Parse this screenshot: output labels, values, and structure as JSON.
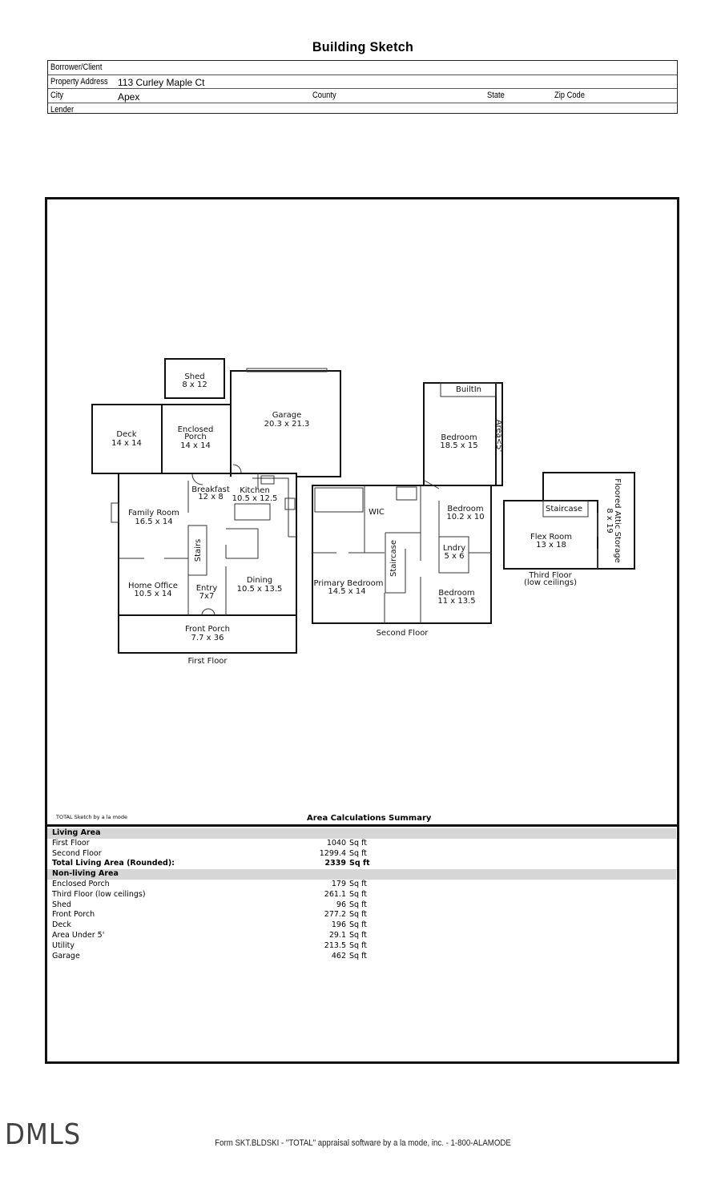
{
  "header": {
    "title": "Building Sketch",
    "borrower_label": "Borrower/Client",
    "borrower_value": "",
    "address_label": "Property Address",
    "address_value": "113 Curley Maple Ct",
    "city_label": "City",
    "city_value": "Apex",
    "county_label": "County",
    "state_label": "State",
    "zip_label": "Zip Code",
    "lender_label": "Lender"
  },
  "sketch": {
    "first_floor": {
      "label": "First Floor",
      "rooms": [
        {
          "name": "Shed",
          "size": "8 x 12"
        },
        {
          "name": "Garage",
          "size": "20.3 x 21.3"
        },
        {
          "name": "Deck",
          "size": "14 x 14"
        },
        {
          "name": "Enclosed",
          "name2": "Porch",
          "size": "14 x 14"
        },
        {
          "name": "Breakfast",
          "size": "12 x 8"
        },
        {
          "name": "Kitchen",
          "size": "10.5 x 12.5"
        },
        {
          "name": "Family Room",
          "size": "16.5 x 14"
        },
        {
          "name": "Stairs"
        },
        {
          "name": "Home Office",
          "size": "10.5 x 14"
        },
        {
          "name": "Entry",
          "size": "7x7"
        },
        {
          "name": "Dining",
          "size": "10.5 x 13.5"
        },
        {
          "name": "Front Porch",
          "size": "7.7 x 36"
        }
      ]
    },
    "second_floor": {
      "label": "Second Floor",
      "rooms": [
        {
          "name": "BuiltIn"
        },
        {
          "name": "Bedroom",
          "size": "18.5 x 15"
        },
        {
          "name": "Area<5'"
        },
        {
          "name": "WIC"
        },
        {
          "name": "Bedroom",
          "size": "10.2 x 10"
        },
        {
          "name": "Lndry",
          "size": "5 x 6"
        },
        {
          "name": "Staircase"
        },
        {
          "name": "Primary Bedroom",
          "size": "14.5 x 14"
        },
        {
          "name": "Bedroom",
          "size": "11 x 13.5"
        }
      ]
    },
    "third_floor": {
      "label": "Third Floor",
      "label2": "(low ceilings)",
      "rooms": [
        {
          "name": "Staircase"
        },
        {
          "name": "Flex Room",
          "size": "13 x 18"
        },
        {
          "name": "Floored Attic Storage",
          "size": "8 x 19"
        }
      ]
    }
  },
  "summary": {
    "credit": "TOTAL Sketch by a la mode",
    "title": "Area Calculations Summary",
    "sections": [
      {
        "heading": "Living Area",
        "rows": [
          {
            "name": "First Floor",
            "value": "1040",
            "unit": "Sq ft"
          },
          {
            "name": "Second Floor",
            "value": "1299.4",
            "unit": "Sq ft"
          }
        ],
        "total": {
          "name": "Total Living Area (Rounded):",
          "value": "2339",
          "unit": "Sq ft"
        }
      },
      {
        "heading": "Non-living Area",
        "rows": [
          {
            "name": "Enclosed Porch",
            "value": "179",
            "unit": "Sq ft"
          },
          {
            "name": "Third Floor (low ceilings)",
            "value": "261.1",
            "unit": "Sq ft"
          },
          {
            "name": "Shed",
            "value": "96",
            "unit": "Sq ft"
          },
          {
            "name": "Front Porch",
            "value": "277.2",
            "unit": "Sq ft"
          },
          {
            "name": "Deck",
            "value": "196",
            "unit": "Sq ft"
          },
          {
            "name": "Area Under 5'",
            "value": "29.1",
            "unit": "Sq ft"
          },
          {
            "name": "Utility",
            "value": "213.5",
            "unit": "Sq ft"
          },
          {
            "name": "Garage",
            "value": "462",
            "unit": "Sq ft"
          }
        ]
      }
    ]
  },
  "watermark": "DMLS",
  "footer": "Form SKT.BLDSKI - \"TOTAL\" appraisal software by a la mode, inc. - 1-800-ALAMODE"
}
